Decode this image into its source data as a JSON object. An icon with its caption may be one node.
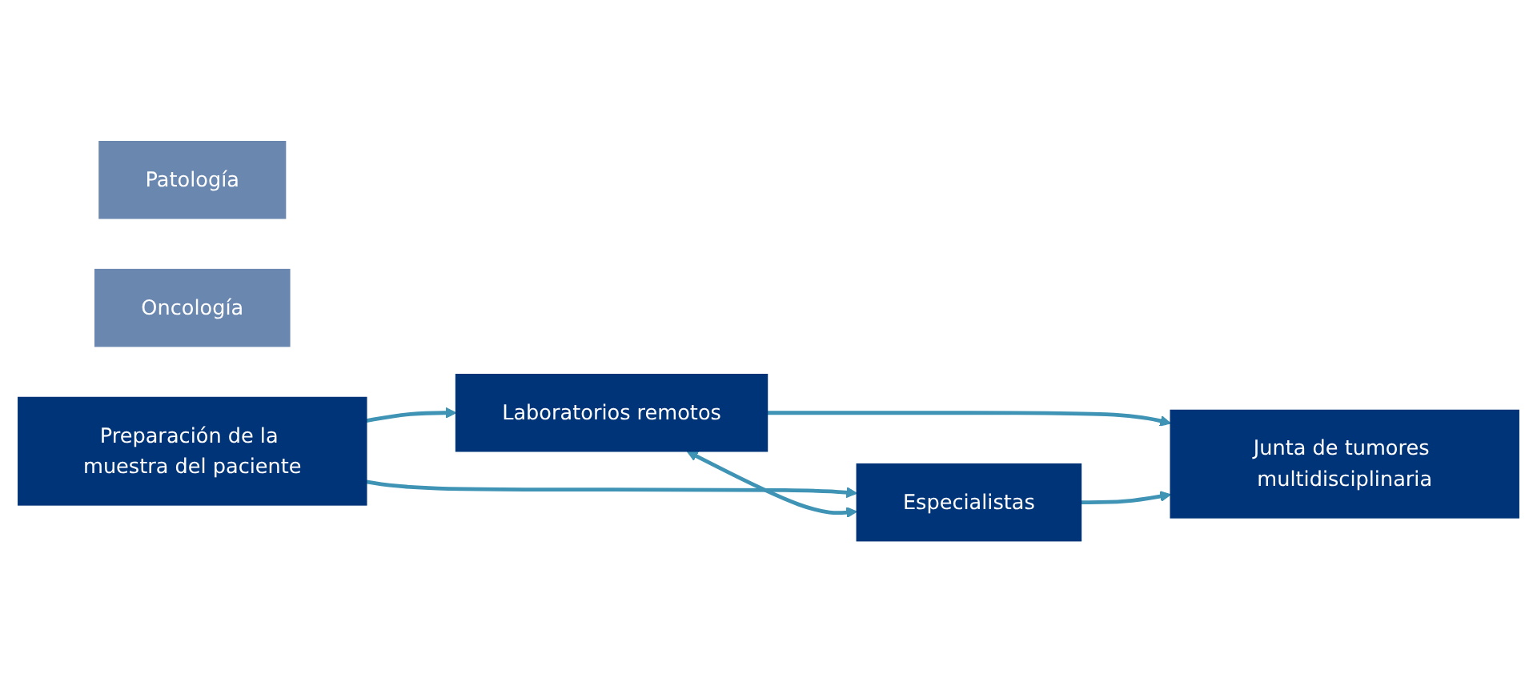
{
  "diagram": {
    "nodes": [
      {
        "text": [
          "Patología"
        ]
      },
      {
        "text": [
          "Oncología"
        ]
      },
      {
        "text": [
          "Preparación de la muestra del paciente"
        ]
      },
      {
        "text": [
          "Laboratorios remotos"
        ]
      },
      {
        "text": [
          "Especialistas"
        ]
      },
      {
        "text": [
          "Junta de tumores multidisciplinaria"
        ]
      }
    ],
    "edges": [
      {
        "from": 2,
        "to": 3,
        "arrow": "to"
      },
      {
        "from": 2,
        "to": 4,
        "arrow": "to"
      },
      {
        "from": 3,
        "to": 4,
        "arrow": "both"
      },
      {
        "from": 3,
        "to": 5,
        "arrow": "to"
      },
      {
        "from": 4,
        "to": 5,
        "arrow": "to"
      }
    ]
  }
}
